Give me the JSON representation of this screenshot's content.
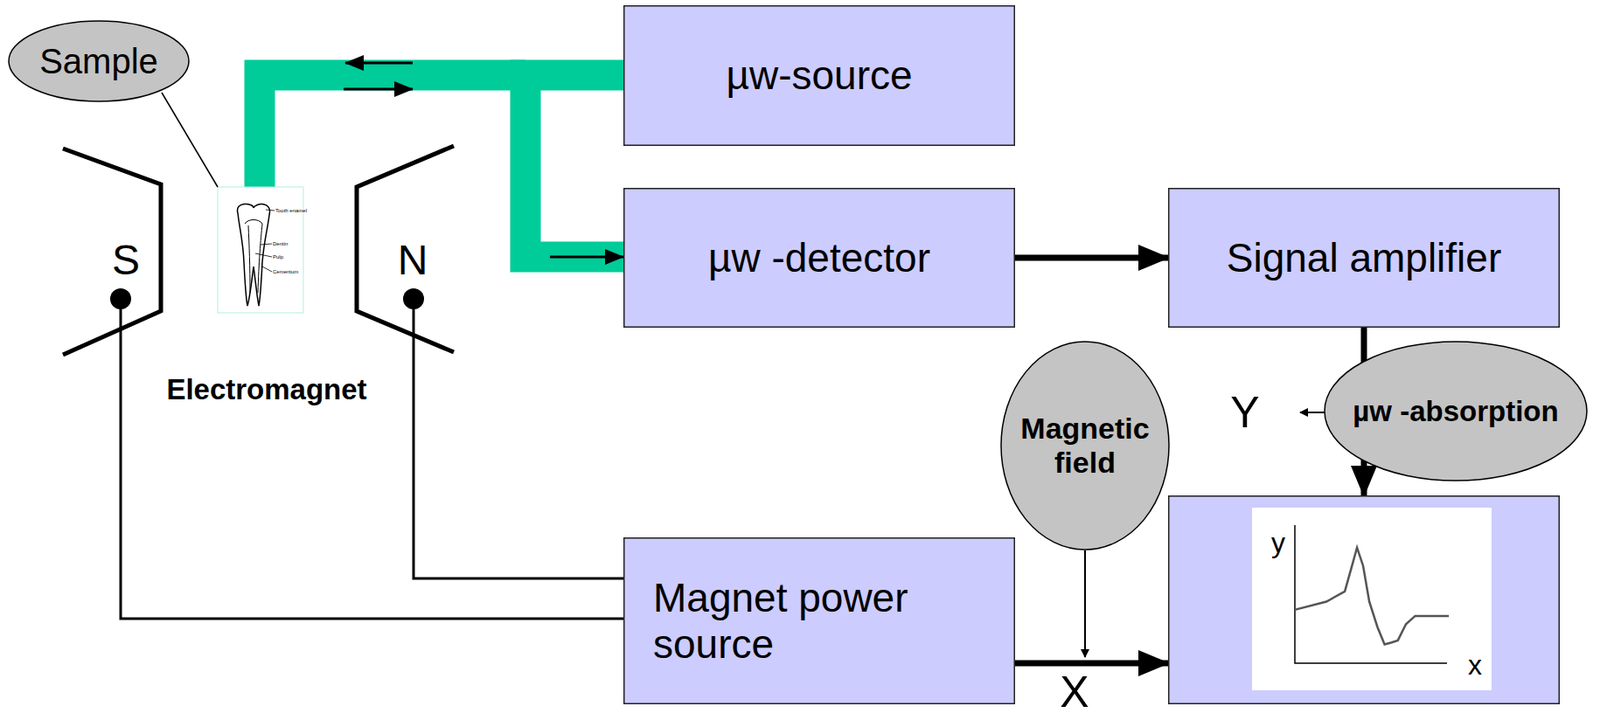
{
  "diagram": {
    "nodes": [
      {
        "text": [
          "Sample"
        ]
      },
      {
        "text": [
          "µw-source"
        ]
      },
      {
        "text": [
          "µw -detector"
        ]
      },
      {
        "text": [
          "Signal amplifier"
        ]
      },
      {
        "text": [
          "Magnetic field"
        ]
      },
      {
        "text": [
          "µw -absorption"
        ]
      },
      {
        "text": [
          "Magnet power source"
        ]
      },
      {
        "text": [
          "y",
          "x"
        ]
      }
    ],
    "edges": [
      {
        "from": 1,
        "to": 2,
        "arrow": "to"
      },
      {
        "from": 2,
        "to": 3,
        "arrow": "to"
      },
      {
        "from": 3,
        "to": 7,
        "label": "Y",
        "arrow": "to"
      },
      {
        "from": 6,
        "to": 7,
        "label": "X",
        "arrow": "to"
      }
    ],
    "labels": [
      "S",
      "N",
      "Electromagnet",
      "Tooth enamel",
      "Dentin",
      "Pulp",
      "Cementum"
    ]
  }
}
